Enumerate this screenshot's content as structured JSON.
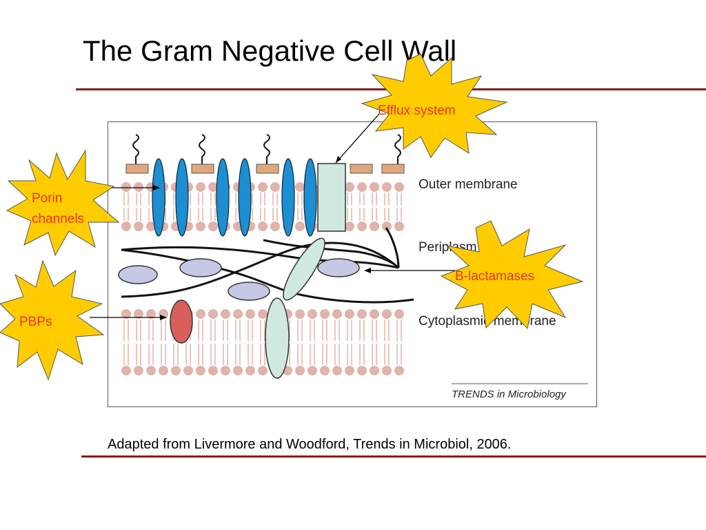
{
  "slide": {
    "title": "The Gram Negative Cell Wall",
    "caption": "Adapted from Livermore and Woodford, Trends in Microbiol, 2006."
  },
  "figure": {
    "labels": {
      "outer_membrane": "Outer membrane",
      "periplasm": "Periplasm",
      "cytoplasmic_membrane": "Cytoplasmic membrane"
    },
    "credit": "TRENDS in Microbiology"
  },
  "callouts": {
    "efflux": "Efflux system",
    "porin_line1": "Porin",
    "porin_line2": "channels",
    "pbps": "PBPs",
    "blactamases": "B-lactamases"
  },
  "colors": {
    "rule": "#8b1a1a",
    "callout_fill": "#ffcc00",
    "callout_text": "#e8341c",
    "porin": "#1b8fd1",
    "lipid_head": "#e0b3ab",
    "lps_core": "#e0a87a",
    "efflux_pump": "#cfe8e0",
    "pbp": "#d9605a",
    "enzyme": "#c7c8e6"
  }
}
